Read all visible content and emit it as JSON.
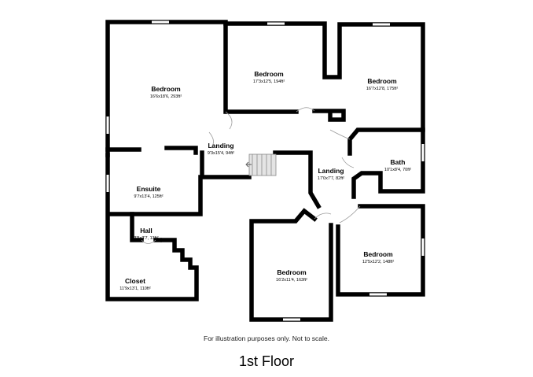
{
  "rooms": [
    {
      "name": "Bedroom",
      "size": "16'6x18'6, 293ft²"
    },
    {
      "name": "Bedroom",
      "size": "17'3x12'5, 194ft²"
    },
    {
      "name": "Bedroom",
      "size": "16'7x12'8, 175ft²"
    },
    {
      "name": "Landing",
      "size": "9'3x15'4, 94ft²"
    },
    {
      "name": "Bath",
      "size": "10'1x8'4, 70ft²"
    },
    {
      "name": "Landing",
      "size": "17'0x7'7, 82ft²"
    },
    {
      "name": "Ensuite",
      "size": "9'7x13'4, 125ft²"
    },
    {
      "name": "Hall",
      "size": "3'5x3'7, 13ft²"
    },
    {
      "name": "Bedroom",
      "size": "12'5x12'2, 148ft²"
    },
    {
      "name": "Closet",
      "size": "11'9x13'1, 110ft²"
    },
    {
      "name": "Bedroom",
      "size": "16'2x11'4, 163ft²"
    }
  ],
  "footer": {
    "disclaimer": "For illustration purposes only. Not to scale.",
    "floor_title": "1st Floor"
  },
  "colors": {
    "wall": "#000000",
    "stairs": "#e4e4e4",
    "background": "#ffffff"
  },
  "icons": [
    "stairs-arrow-icon"
  ]
}
